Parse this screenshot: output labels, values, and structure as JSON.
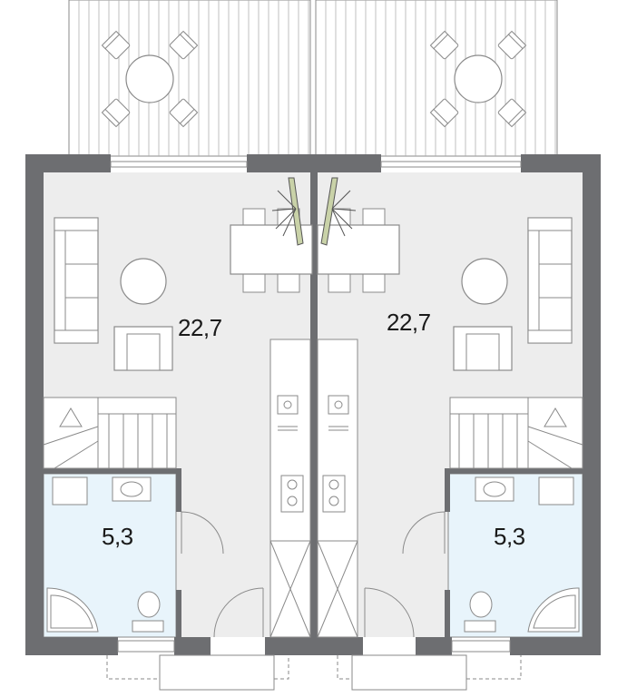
{
  "units": {
    "left": {
      "living_area": "22,7",
      "bathroom_area": "5,3"
    },
    "right": {
      "living_area": "22,7",
      "bathroom_area": "5,3"
    }
  },
  "colors": {
    "wall": "#6d6e71",
    "floor": "#ededed",
    "bathroom": "#e8f4fb",
    "line": "#8a8a8a",
    "furniture_fill": "#ffffff",
    "terrace": "#ffffff"
  }
}
